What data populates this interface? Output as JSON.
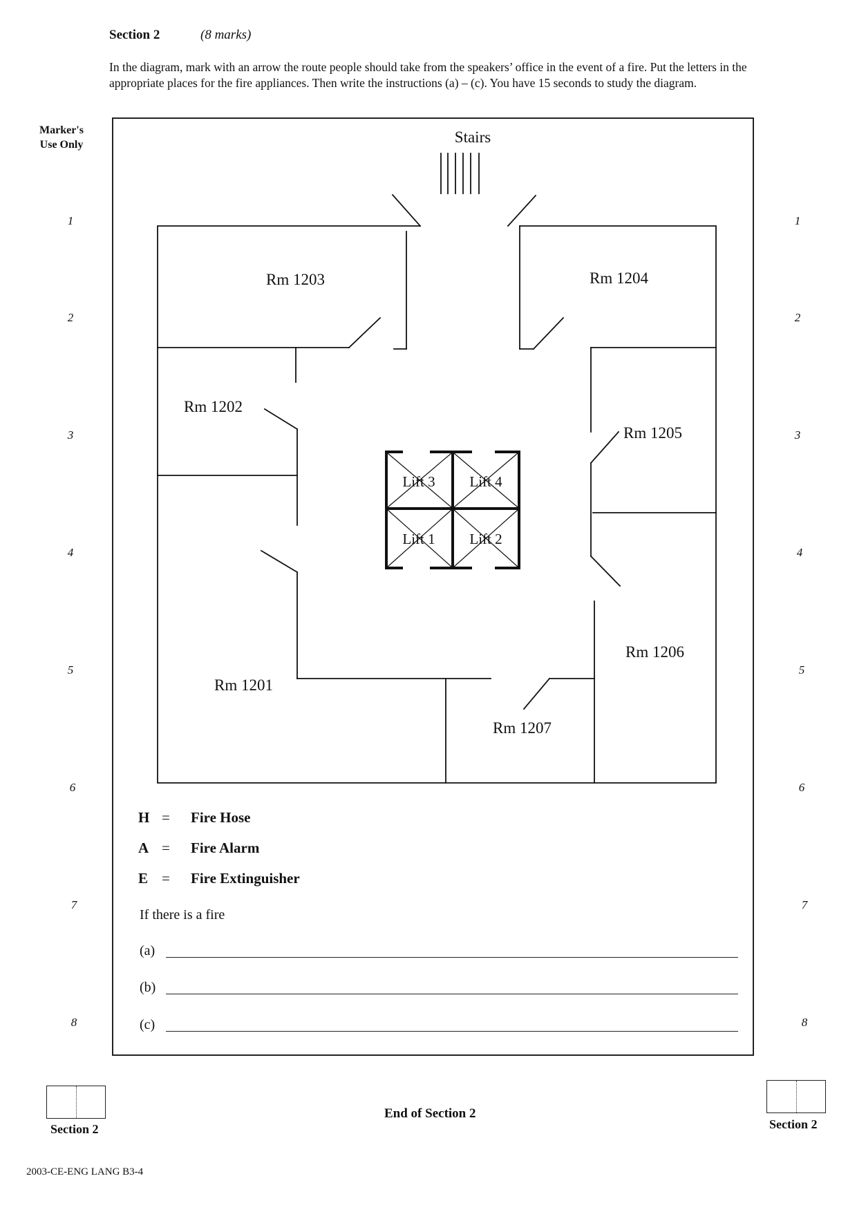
{
  "header": {
    "section_title": "Section 2",
    "section_marks": "(8 marks)",
    "instructions": "In the diagram, mark with an arrow the route people should take from the speakers’ office in the event of a fire. Put the letters in the appropriate places for the fire appliances. Then write the instructions (a) – (c). You have 15 seconds to study the diagram."
  },
  "marker": {
    "heading": "Marker's Use Only",
    "numbers_left": [
      "1",
      "2",
      "3",
      "4",
      "5",
      "6",
      "7",
      "8"
    ],
    "numbers_right": [
      "1",
      "2",
      "3",
      "4",
      "5",
      "6",
      "7",
      "8"
    ]
  },
  "plan": {
    "stairs": "Stairs",
    "rooms": {
      "r1201": "Rm 1201",
      "r1202": "Rm 1202",
      "r1203": "Rm 1203",
      "r1204": "Rm 1204",
      "r1205": "Rm 1205",
      "r1206": "Rm 1206",
      "r1207": "Rm 1207"
    },
    "lifts": {
      "lift1": "Lift 1",
      "lift2": "Lift 2",
      "lift3": "Lift 3",
      "lift4": "Lift 4"
    }
  },
  "legend": [
    {
      "key": "H",
      "eq": "=",
      "label": "Fire Hose"
    },
    {
      "key": "A",
      "eq": "=",
      "label": "Fire Alarm"
    },
    {
      "key": "E",
      "eq": "=",
      "label": "Fire Extinguisher"
    }
  ],
  "answers": {
    "prompt": "If there is a fire",
    "labels": [
      "(a)",
      "(b)",
      "(c)"
    ]
  },
  "footer": {
    "left_box_label": "Section 2",
    "right_box_label": "Section 2",
    "end_text": "End of Section 2",
    "paper_code": "2003-CE-ENG LANG B3-4"
  }
}
